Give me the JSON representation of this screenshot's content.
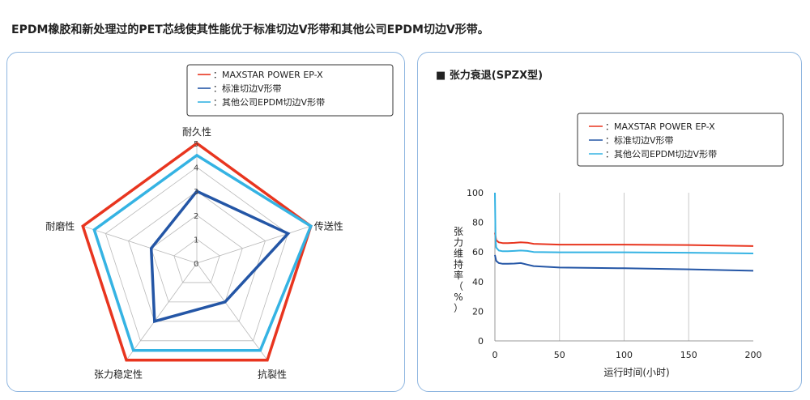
{
  "headline": "EPDM橡胶和新处理过的PET芯线使其性能优于标准切边V形带和其他公司EPDM切边V形带。",
  "colors": {
    "maxstar": "#e8351f",
    "standard": "#2456a6",
    "other": "#35b3e3",
    "grid": "#b9b9b9",
    "panel_border": "#8fb6e0"
  },
  "radar": {
    "legend": [
      {
        "label": "：MAXSTAR POWER EP-X",
        "color_key": "maxstar"
      },
      {
        "label": "：标准切边V形带",
        "color_key": "standard"
      },
      {
        "label": "：其他公司EPDM切边V形带",
        "color_key": "other"
      }
    ],
    "axes": [
      "耐久性",
      "传送性",
      "抗裂性",
      "张力稳定性",
      "耐磨性"
    ],
    "ticks": [
      "0",
      "1",
      "2",
      "3",
      "4",
      "5"
    ]
  },
  "line": {
    "title": "■ 张力衰退(SPZX型)",
    "legend": [
      {
        "label": "：MAXSTAR POWER EP-X",
        "color_key": "maxstar"
      },
      {
        "label": "：标准切边V形带",
        "color_key": "standard"
      },
      {
        "label": "：其他公司EPDM切边V形带",
        "color_key": "other"
      }
    ],
    "xlabel": "运行时间(小时)",
    "ylabel": "张力维持率（%）",
    "xticks": [
      "0",
      "50",
      "100",
      "150",
      "200"
    ],
    "yticks": [
      "0",
      "20",
      "40",
      "60",
      "80",
      "100"
    ]
  },
  "chart_data": [
    {
      "type": "radar",
      "axes": [
        "耐久性",
        "传送性",
        "抗裂性",
        "张力稳定性",
        "耐磨性"
      ],
      "range": [
        0,
        5
      ],
      "series": [
        {
          "name": "MAXSTAR POWER EP-X",
          "values": [
            5,
            5,
            5,
            5,
            5
          ]
        },
        {
          "name": "标准切边V形带",
          "values": [
            3,
            4,
            2,
            3,
            2
          ]
        },
        {
          "name": "其他公司EPDM切边V形带",
          "values": [
            4.5,
            5,
            4.5,
            4.5,
            4.5
          ]
        }
      ]
    },
    {
      "type": "line",
      "title": "张力衰退(SPZX型)",
      "xlabel": "运行时间(小时)",
      "ylabel": "张力维持率（%）",
      "xlim": [
        0,
        200
      ],
      "ylim": [
        0,
        100
      ],
      "grid": "vertical",
      "legend": "top-right",
      "series": [
        {
          "name": "MAXSTAR POWER EP-X",
          "x": [
            0,
            1,
            3,
            6,
            10,
            15,
            20,
            25,
            30,
            50,
            100,
            150,
            200
          ],
          "y": [
            73,
            68,
            66.5,
            66,
            66,
            66.2,
            66.5,
            66.3,
            65.5,
            65,
            65,
            64.7,
            64
          ]
        },
        {
          "name": "标准切边V形带",
          "x": [
            0,
            1,
            3,
            6,
            10,
            15,
            20,
            25,
            30,
            50,
            100,
            150,
            200
          ],
          "y": [
            58,
            54,
            52.5,
            52,
            52,
            52.2,
            52.5,
            51.5,
            50.5,
            49.5,
            49,
            48.3,
            47.3
          ]
        },
        {
          "name": "其他公司EPDM切边V形带",
          "x": [
            0,
            0.5,
            1,
            3,
            6,
            10,
            15,
            20,
            25,
            30,
            50,
            100,
            150,
            200
          ],
          "y": [
            100,
            68,
            63,
            61,
            60.5,
            60.5,
            60.7,
            61,
            60.7,
            60,
            59.8,
            59.8,
            59.5,
            59
          ]
        }
      ]
    }
  ]
}
